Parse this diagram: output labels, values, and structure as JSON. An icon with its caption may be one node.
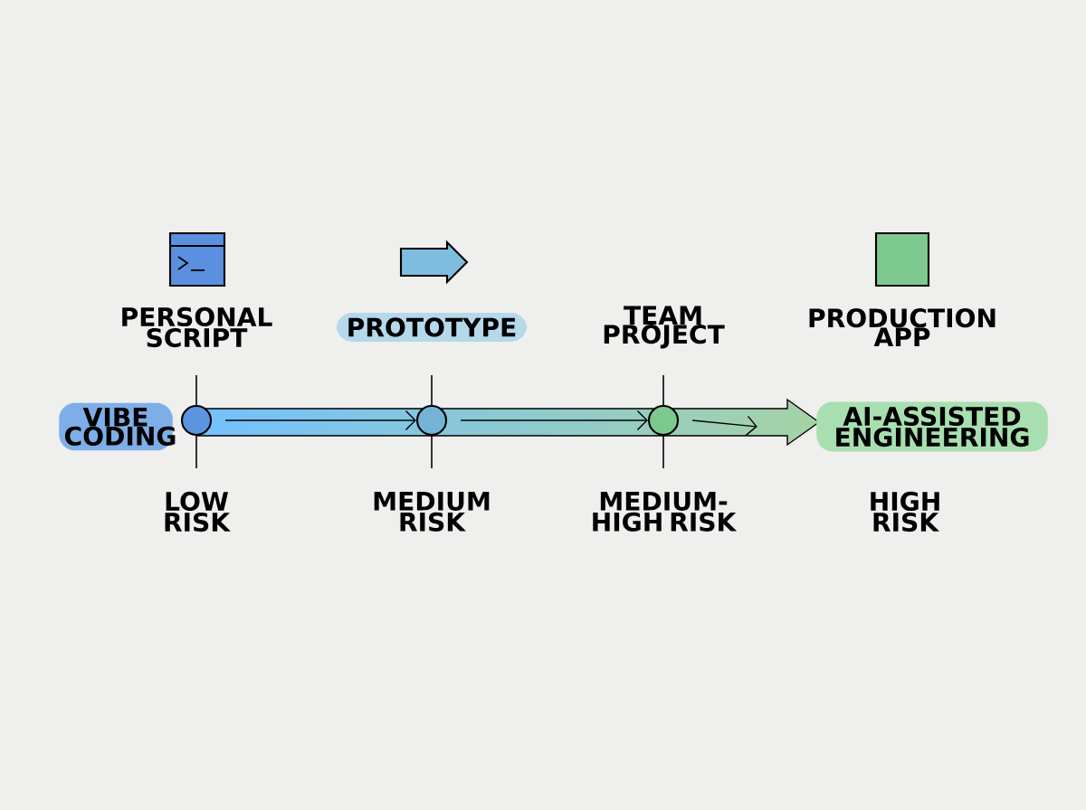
{
  "diagram": {
    "nodes": [
      {
        "text": [
          "VIBE CODING"
        ]
      },
      {
        "text": [],
        "shape": "circle"
      },
      {
        "text": [],
        "shape": "circle"
      },
      {
        "text": [],
        "shape": "circle"
      },
      {
        "text": [
          "AI-ASSISTED ENGINEERING"
        ]
      },
      {
        "text": [
          "PROTOTYPE"
        ]
      }
    ],
    "edges": [
      {
        "from": 1,
        "to": 2,
        "arrow": "to"
      },
      {
        "from": 2,
        "to": 3,
        "arrow": "to"
      },
      {
        "from": 3,
        "to": 4,
        "arrow": "to"
      }
    ],
    "labels": [
      "PERSONAL SCRIPT",
      "TEAM PROJECT",
      "PRODUCTION APP",
      "LOW RISK",
      "MEDIUM RISK",
      "MEDIUM-HIGH RISK",
      "HIGH RISK"
    ]
  }
}
